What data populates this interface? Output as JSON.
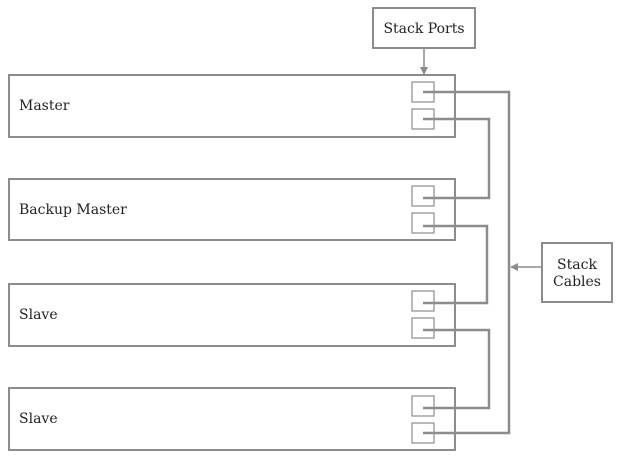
{
  "callouts": {
    "stack_ports": "Stack Ports",
    "stack_cables_line1": "Stack",
    "stack_cables_line2": "Cables"
  },
  "switches": [
    {
      "label": "Master"
    },
    {
      "label": "Backup Master"
    },
    {
      "label": "Slave"
    },
    {
      "label": "Slave"
    }
  ],
  "colors": {
    "stroke": "#8c8c8c",
    "text": "#222222",
    "background": "#ffffff"
  }
}
